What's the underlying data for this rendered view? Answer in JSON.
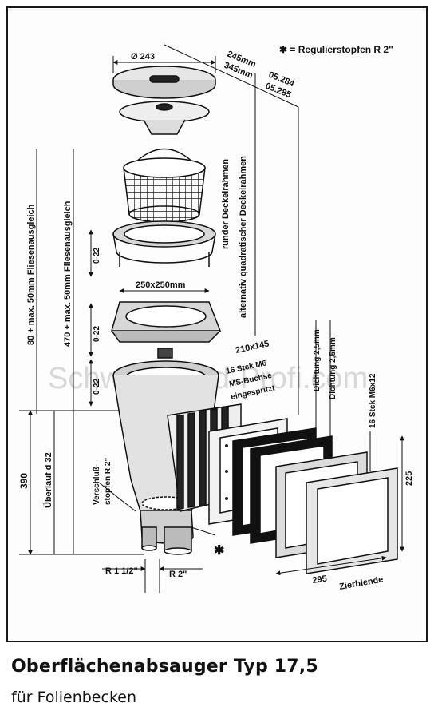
{
  "diagram": {
    "legend_note": "✱ = Regulierstopfen R 2\"",
    "labels": {
      "diameter": "Ø 243",
      "dim_245": "245mm",
      "dim_345": "345mm",
      "code_05284": "05.284",
      "code_05285": "05.285",
      "runder_deckelrahmen": "runder Deckelrahmen",
      "alternativ": "alternativ quadratischer Deckelrahmen",
      "frame_250": "250x250mm",
      "v80": "80 + max. 50mm Fliesenausgleich",
      "v470": "470 + max. 50mm Fliesenausgleich",
      "v390": "390",
      "ueberlauf": "Überlauf d 32",
      "adj1": "0-22",
      "adj2": "0-22",
      "adj3": "0-22",
      "size_210": "210x145",
      "stck_m6": "16 Stck M6",
      "ms_buchse": "MS-Buchse",
      "eingespritzt": "eingespritzt",
      "dichtung1": "Dichtung 2,5mm",
      "dichtung2": "Dichtung 2,5mm",
      "m6x12": "16 Stck M6x12",
      "dim_225": "225",
      "dim_295": "295",
      "zierblende": "Zierblende",
      "verschluss1": "Verschluß-",
      "verschluss2": "stopfen R 2\"",
      "r112": "R 1 1/2\"",
      "r2": "R 2\"",
      "star": "✱"
    },
    "watermark": "Schwimmbad-Profi.com"
  },
  "caption": {
    "title": "Oberflächenabsauger Typ 17,5",
    "subtitle": "für Folienbecken"
  }
}
